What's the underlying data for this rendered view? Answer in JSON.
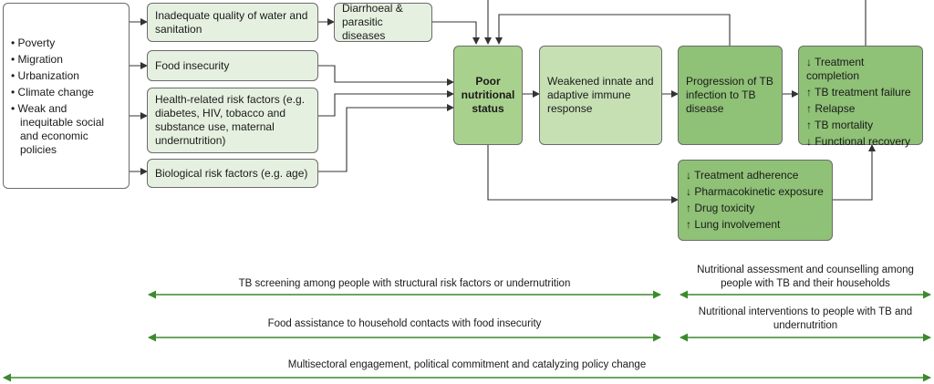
{
  "social_determinants": [
    "Poverty",
    "Migration",
    "Urbanization",
    "Climate change",
    "Weak and inequitable social and economic policies"
  ],
  "risk_factors": {
    "water": "Inadequate quality of water and sanitation",
    "food": "Food insecurity",
    "health": "Health-related risk factors (e.g. diabetes, HIV,  tobacco and substance use, maternal undernutrition)",
    "biological": "Biological risk factors (e.g. age)"
  },
  "diarrhoeal": "Diarrhoeal & parasitic diseases",
  "poor_nutrition": "Poor nutritional status",
  "weakened_immune": "Weakened innate and adaptive immune response",
  "progression": "Progression of TB infection to TB disease",
  "outcomes": [
    "↓ Treatment completion",
    "↑ TB treatment failure",
    "↑ Relapse",
    "↑ TB mortality",
    "↓ Functional recovery"
  ],
  "treatment_effects": [
    "↓ Treatment adherence",
    "↓ Pharmacokinetic exposure",
    "↑ Drug toxicity",
    "↑ Lung involvement"
  ],
  "interventions": {
    "screening": "TB screening among people with structural risk factors or undernutrition",
    "assessment": "Nutritional assessment and counselling among people with TB and their households",
    "food_assistance": "Food assistance to household contacts with food insecurity",
    "nutritional_interventions": "Nutritional interventions to people with TB and undernutrition",
    "multisectoral": "Multisectoral engagement, political commitment and catalyzing policy change"
  },
  "colors": {
    "lightest": "#e6f0e0",
    "light": "#c6e0b4",
    "medium": "#a9d18e",
    "dark": "#8fc177",
    "intervention_line": "#3c8a2e",
    "arrow": "#333333"
  }
}
